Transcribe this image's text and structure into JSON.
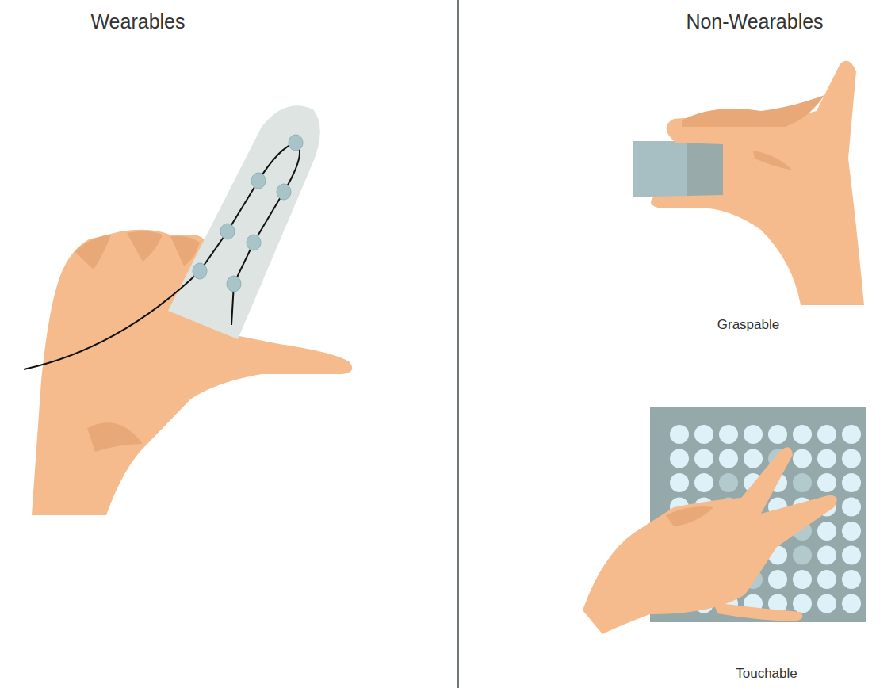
{
  "diagram": {
    "labels": [
      "Wearables",
      "Non-Wearables",
      "Graspable",
      "Touchable"
    ]
  }
}
